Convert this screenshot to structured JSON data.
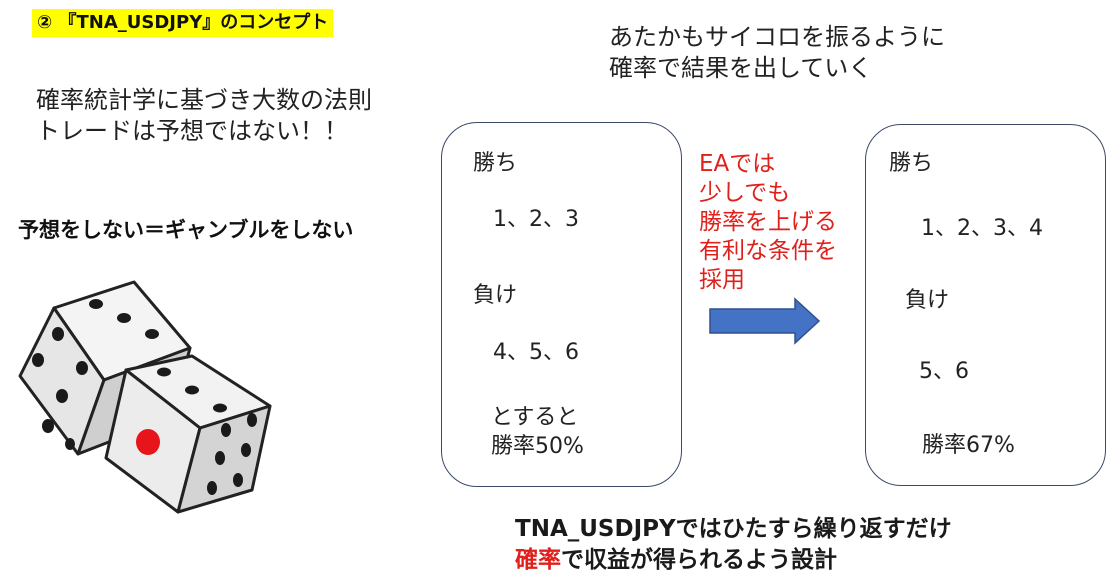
{
  "title": "② 『TNA_USDJPY』のコンセプト",
  "left_intro": [
    "確率統計学に基づき大数の法則",
    "トレードは予想ではない！！"
  ],
  "no_gamble": "予想をしない＝ギャンブルをしない",
  "dice_analogy": [
    "あたかもサイコロを振るように",
    "確率で結果を出していく"
  ],
  "left_box": {
    "win_label": "勝ち",
    "win_values": "1、2、3",
    "lose_label": "負け",
    "lose_values": "4、5、6",
    "result_line1": "とすると",
    "result_line2": "勝率50%"
  },
  "ea_note": [
    "EAでは",
    "少しでも",
    "勝率を上げる",
    "有利な条件を",
    "採用"
  ],
  "right_box": {
    "win_label": "勝ち",
    "win_values": "1、2、3、4",
    "lose_label": "負け",
    "lose_values": "5、6",
    "result": "勝率67%"
  },
  "bottom": {
    "line1": "TNA_USDJPYではひたすら繰り返すだけ",
    "line2_highlight": "確率",
    "line2_rest": "で収益が得られるよう設計"
  },
  "colors": {
    "highlight_yellow": "#ffff00",
    "accent_red": "#e0201b",
    "arrow_blue": "#4472c4",
    "die_pip_black": "#1a1a1a",
    "die_pip_red": "#e8141b"
  },
  "icons": [
    "dice-icon",
    "right-arrow-icon"
  ]
}
